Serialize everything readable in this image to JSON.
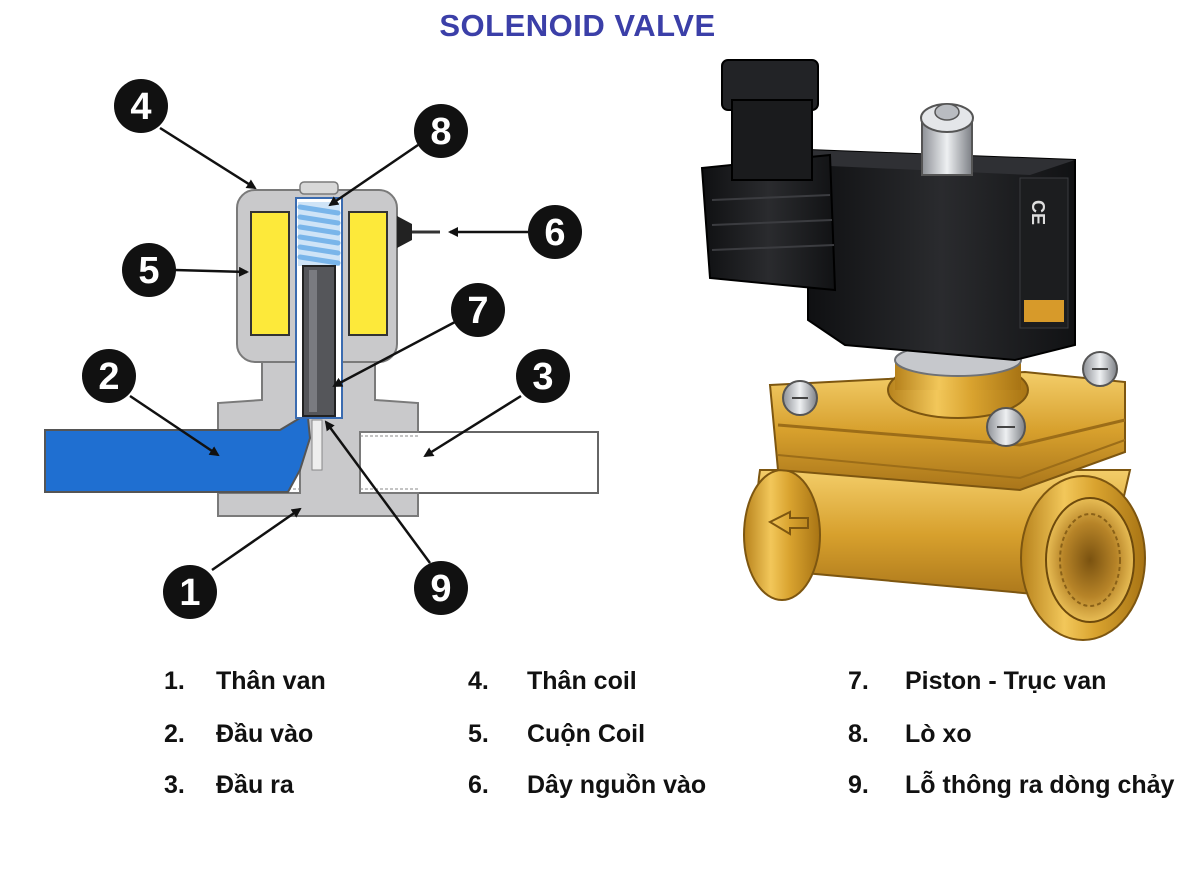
{
  "title": "SOLENOID VALVE",
  "colors": {
    "title": "#3b3fa8",
    "body_gray": "#c9c9cb",
    "coil_yellow": "#fde93a",
    "inlet_blue": "#1f6fd1",
    "spring_blue": "#79b5ea",
    "piston_dark": "#55565a",
    "brass": "#d9a32f",
    "actuator_black": "#1b1c1e"
  },
  "callouts": [
    {
      "id": 1,
      "label": "1"
    },
    {
      "id": 2,
      "label": "2"
    },
    {
      "id": 3,
      "label": "3"
    },
    {
      "id": 4,
      "label": "4"
    },
    {
      "id": 5,
      "label": "5"
    },
    {
      "id": 6,
      "label": "6"
    },
    {
      "id": 7,
      "label": "7"
    },
    {
      "id": 8,
      "label": "8"
    },
    {
      "id": 9,
      "label": "9"
    }
  ],
  "legend": [
    {
      "num": "1.",
      "text": "Thân van"
    },
    {
      "num": "2.",
      "text": "Đầu vào"
    },
    {
      "num": "3.",
      "text": "Đầu ra"
    },
    {
      "num": "4.",
      "text": "Thân coil"
    },
    {
      "num": "5.",
      "text": "Cuộn Coil"
    },
    {
      "num": "6.",
      "text": "Dây nguồn vào"
    },
    {
      "num": "7.",
      "text": "Piston - Trục van"
    },
    {
      "num": "8.",
      "text": "Lò xo"
    },
    {
      "num": "9.",
      "text": "Lỗ thông ra dòng chảy"
    }
  ],
  "photo_icons": [
    "ce-mark-icon",
    "flow-arrow-icon"
  ]
}
